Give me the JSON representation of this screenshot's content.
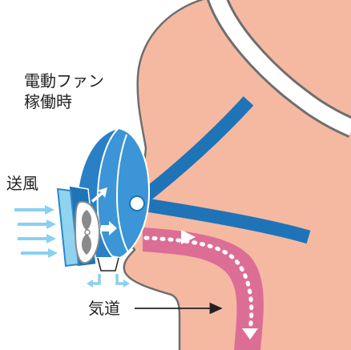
{
  "labels": {
    "fan_line1": "電動ファン",
    "fan_line2": "稼働時",
    "airflow": "送風",
    "airway": "気道"
  },
  "colors": {
    "background": "#ffffff",
    "skin": "#f5b9a2",
    "head_outline": "#6e6e6e",
    "strap_blue": "#1f74b8",
    "mask_blue": "#2a80c6",
    "mask_blue_light": "#3b95d6",
    "filter_cyan": "#8fd3ee",
    "filter_blue": "#2f86c8",
    "fan_gray": "#8a8a8a",
    "airway_pink": "#dc6e96",
    "air_arrow_blue": "#8ad0f2",
    "text": "#222222"
  },
  "icons": {
    "fan": "fan-icon",
    "airflow_arrows": "airflow-arrows-icon",
    "pointer_arrow": "arrow-right-icon"
  }
}
